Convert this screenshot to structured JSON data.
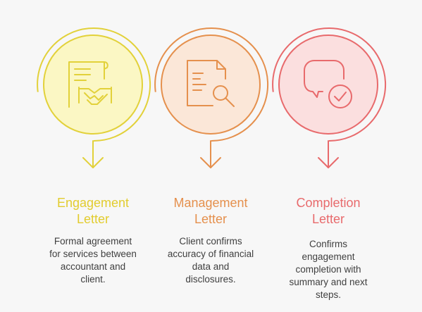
{
  "steps": [
    {
      "title": "Engagement\nLetter",
      "description": "Formal agreement\nfor services between\naccountant and\nclient.",
      "icon": "document-handshake-icon",
      "color": "#e2d13a",
      "fill": "#fbf7c4"
    },
    {
      "title": "Management\nLetter",
      "description": "Client confirms\naccuracy of financial\ndata and\ndisclosures.",
      "icon": "document-magnifier-icon",
      "color": "#e5904d",
      "fill": "#fbe7d8"
    },
    {
      "title": "Completion\nLetter",
      "description": "Confirms\nengagement\ncompletion with\nsummary and next\nsteps.",
      "icon": "speech-bubble-check-icon",
      "color": "#e86a6c",
      "fill": "#fbdfdf"
    }
  ]
}
